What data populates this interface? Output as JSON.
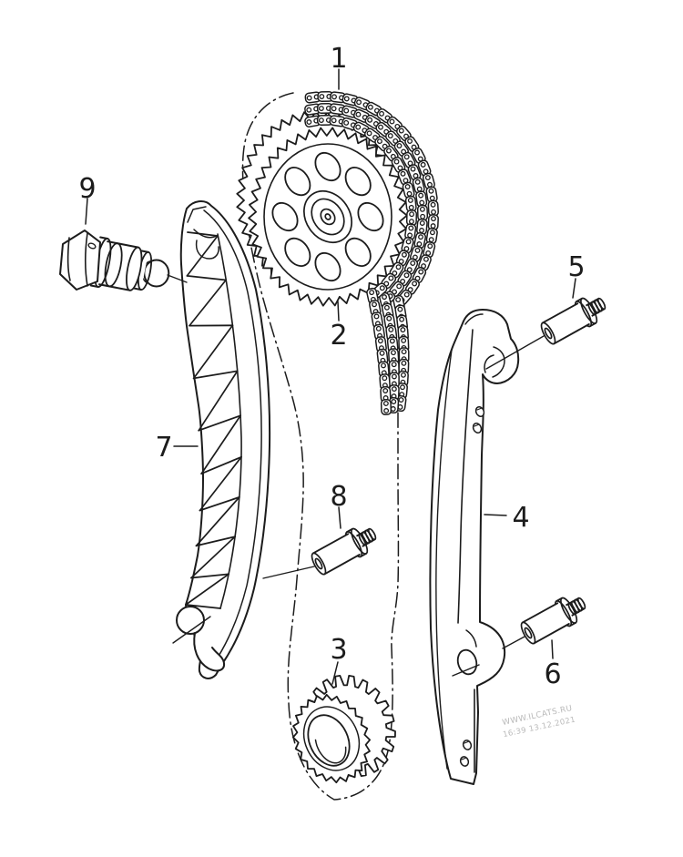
{
  "figure": {
    "background": "#ffffff",
    "line_color": "#1c1c1c",
    "type": "exploded-parts-diagram"
  },
  "callouts": [
    {
      "label": "1"
    },
    {
      "label": "2"
    },
    {
      "label": "3"
    },
    {
      "label": "4"
    },
    {
      "label": "5"
    },
    {
      "label": "6"
    },
    {
      "label": "7"
    },
    {
      "label": "8"
    },
    {
      "label": "9"
    }
  ],
  "watermark": {
    "line1": "WWW.ILCATS.RU",
    "line2": "16:39 13.12.2021",
    "color": "#b9b9b9"
  }
}
